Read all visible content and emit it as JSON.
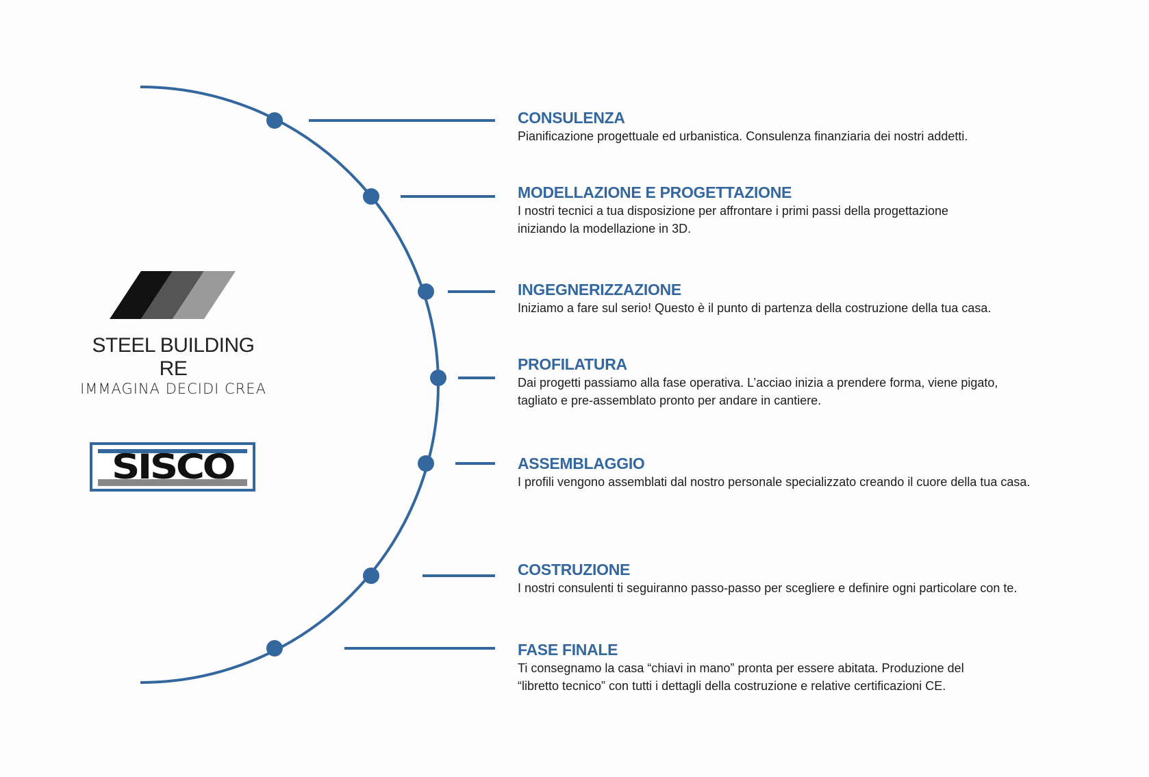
{
  "brand": {
    "name": "STEEL BUILDING RE",
    "slogan": "IMMAGINA DECIDI CREA",
    "partner_logo": "SISCO"
  },
  "colors": {
    "accent": "#33679e",
    "text": "#1c1c1c"
  },
  "steps": [
    {
      "title": "CONSULENZA",
      "desc": "Pianificazione progettuale ed urbanistica. Consulenza finanziaria dei nostri addetti."
    },
    {
      "title": "MODELLAZIONE E PROGETTAZIONE",
      "desc": "I nostri tecnici a tua disposizione per affrontare i primi passi della progettazione\niniziando la modellazione in 3D."
    },
    {
      "title": "INGEGNERIZZAZIONE",
      "desc": "Iniziamo a fare sul serio! Questo è il punto di partenza della costruzione della tua casa."
    },
    {
      "title": "PROFILATURA",
      "desc": "Dai progetti passiamo alla fase operativa. L’acciao inizia a prendere forma, viene pigato,\ntagliato e pre-assemblato pronto per andare in cantiere."
    },
    {
      "title": "ASSEMBLAGGIO",
      "desc": "I profili vengono assemblati dal nostro personale specializzato creando il cuore della tua casa."
    },
    {
      "title": "COSTRUZIONE",
      "desc": "I nostri consulenti ti seguiranno passo-passo per scegliere e definire ogni particolare con te."
    },
    {
      "title": "FASE FINALE",
      "desc": "Ti consegnamo la casa “chiavi in mano” pronta per essere abitata. Produzione del\n“libretto tecnico” con tutti i dettagli della costruzione e relative certificazioni CE."
    }
  ]
}
